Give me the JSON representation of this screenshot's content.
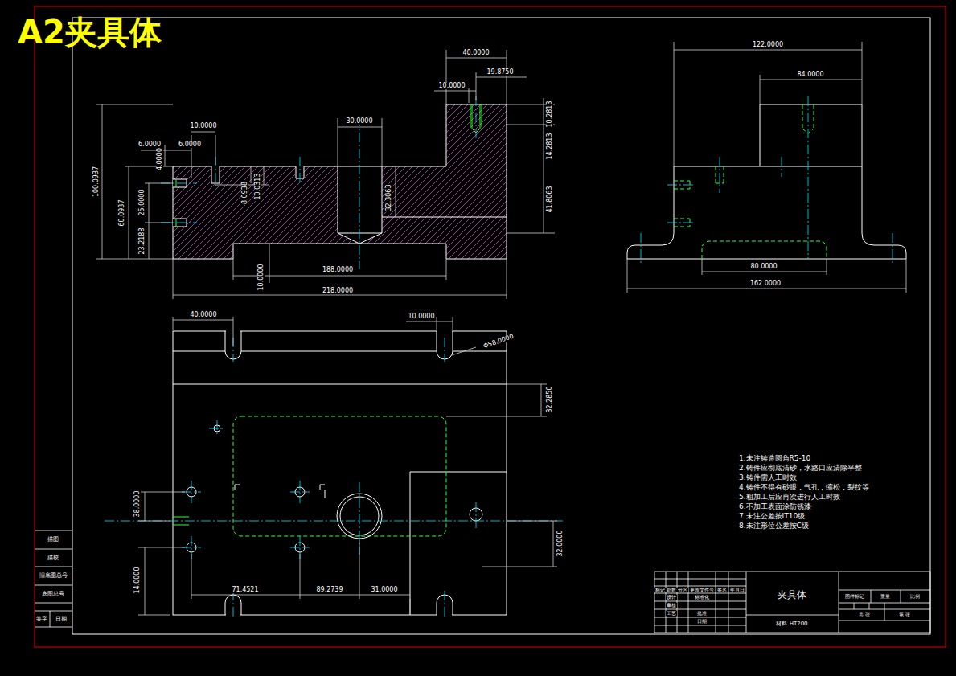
{
  "diagram": {
    "title": "A2夹具体",
    "labels": [
      "40.0000",
      "10.0000",
      "19.8750",
      "10.2813",
      "14.2813",
      "30.0000",
      "10.0000",
      "6.0000",
      "6.0000",
      "4.0000",
      "100.0937",
      "60.0937",
      "25.0000",
      "23.2188",
      "8.0938",
      "10.0313",
      "32.3063",
      "41.8063",
      "10.0000",
      "188.0000",
      "218.0000",
      "122.0000",
      "84.0000",
      "80.0000",
      "162.0000",
      "40.0000",
      "10.0000",
      "Φ58.0000",
      "32.2850",
      "38.0000",
      "14.0000",
      "32.0000",
      "71.4521",
      "89.2739",
      "31.0000",
      "1.未注铸造圆角R5-10",
      "2.铸件应彻底清砂，水路口应清除平整",
      "3.铸件需人工时效",
      "4.铸件不得有砂眼，气孔，缩松，裂纹等",
      "5.粗加工后应再次进行人工时效",
      "6.不加工表面涂防锈漆",
      "7.未注公差按IT10级",
      "8.未注形位公差按C级",
      "夹具体",
      "材料 HT200",
      "图样标记",
      "重量",
      "比例",
      "共 张",
      "第 张",
      "标记",
      "处数",
      "分区",
      "更改文件号",
      "签名",
      "年月日",
      "设计",
      "标准化",
      "审核",
      "工艺",
      "批准",
      "日期",
      "描图",
      "描校",
      "旧底图总号",
      "底图总号",
      "签字",
      "日期"
    ]
  }
}
